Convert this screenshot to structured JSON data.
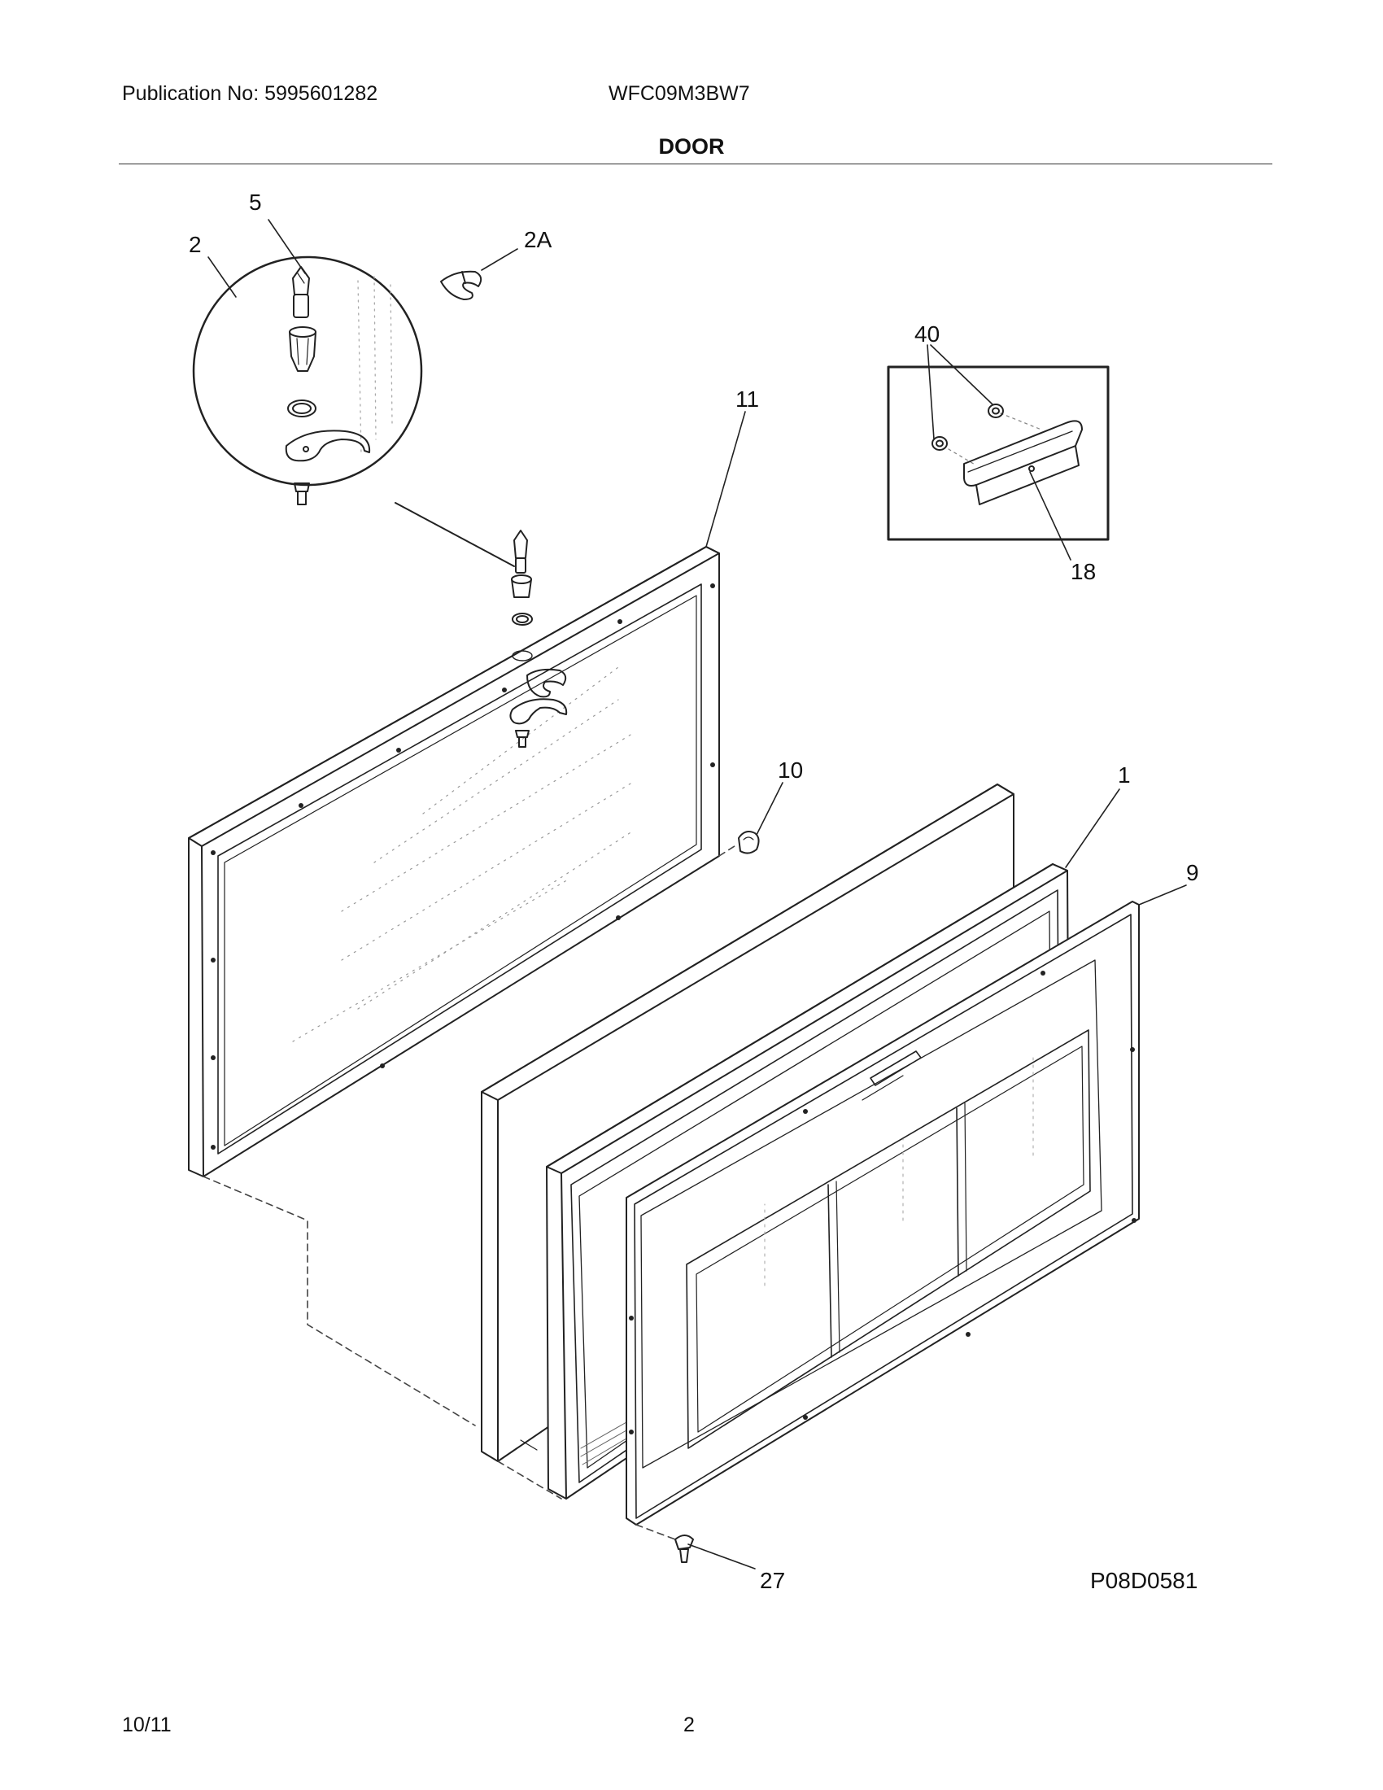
{
  "header": {
    "publication": "Publication No: 5995601282",
    "model": "WFC09M3BW7"
  },
  "section_title": "DOOR",
  "diagram": {
    "drawing_id": "P08D0581",
    "callouts": {
      "c5": "5",
      "c2": "2",
      "c2a": "2A",
      "c40": "40",
      "c11": "11",
      "c18": "18",
      "c10": "10",
      "c1": "1",
      "c9": "9",
      "c27": "27"
    }
  },
  "footer": {
    "date": "10/11",
    "page": "2"
  }
}
